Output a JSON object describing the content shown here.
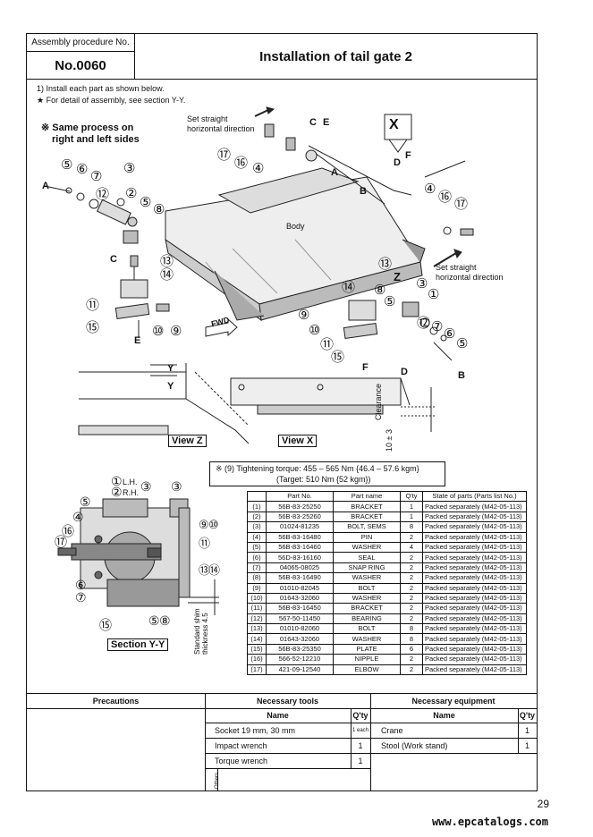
{
  "header": {
    "assembly_label": "Assembly procedure No.",
    "assembly_no": "No.0060",
    "title": "Installation of tail gate 2"
  },
  "instructions": {
    "line1": "1) Install each part as shown below.",
    "line2": "★ For detail of assembly, see section Y-Y."
  },
  "diagram": {
    "same_process_line1": "※ Same process on",
    "same_process_line2": "right and left sides",
    "set_straight_top_line1": "Set straight",
    "set_straight_top_line2": "horizontal direction",
    "set_straight_right_line1": "Set straight",
    "set_straight_right_line2": "horizontal direction",
    "body_label": "Body",
    "fwd_label": "FWD",
    "view_x_marker": "X",
    "view_z_label": "View Z",
    "view_x_label": "View X",
    "section_label": "Section Y-Y",
    "clearance_label": "Clearance",
    "clearance_value": "10 ± 3",
    "shim_label_line1": "Standard shim",
    "shim_label_line2": "thickness 4.5",
    "lh_label": "L.H.",
    "rh_label": "R.H.",
    "letters": {
      "A": "A",
      "B": "B",
      "C": "C",
      "D": "D",
      "E": "E",
      "F": "F",
      "Y": "Y",
      "Z": "Z"
    },
    "callouts": {
      "n1": "①",
      "n2": "②",
      "n3": "③",
      "n4": "④",
      "n5": "⑤",
      "n6": "⑥",
      "n7": "⑦",
      "n8": "⑧",
      "n9": "⑨",
      "n10": "⑩",
      "n11": "⑪",
      "n12": "⑫",
      "n13": "⑬",
      "n14": "⑭",
      "n15": "⑮",
      "n16": "⑯",
      "n17": "⑰"
    }
  },
  "torque": {
    "line1": "※ (9) Tightening torque: 455 – 565 Nm {46.4 – 57.6 kgm}",
    "line2": "(Target: 510 Nm {52 kgm})"
  },
  "parts_table": {
    "headers": [
      "",
      "Part No.",
      "Part name",
      "Q'ty",
      "State of parts (Parts list No.)"
    ],
    "rows": [
      [
        "(1)",
        "56B-83-25250",
        "BRACKET",
        "1",
        "Packed separately (M42-05-113)"
      ],
      [
        "(2)",
        "56B-83-25260",
        "BRACKET",
        "1",
        "Packed separately (M42-05-113)"
      ],
      [
        "(3)",
        "01024-81235",
        "BOLT, SEMS",
        "8",
        "Packed separately (M42-05-113)"
      ],
      [
        "(4)",
        "56B-83-16480",
        "PIN",
        "2",
        "Packed separately (M42-05-113)"
      ],
      [
        "(5)",
        "56B-83-16460",
        "WASHER",
        "4",
        "Packed separately (M42-05-113)"
      ],
      [
        "(6)",
        "56D-83-16160",
        "SEAL",
        "2",
        "Packed separately (M42-05-113)"
      ],
      [
        "(7)",
        "04065-08025",
        "SNAP RING",
        "2",
        "Packed separately (M42-05-113)"
      ],
      [
        "(8)",
        "56B-83-16490",
        "WASHER",
        "2",
        "Packed separately (M42-05-113)"
      ],
      [
        "(9)",
        "01010-82045",
        "BOLT",
        "2",
        "Packed separately (M42-05-113)"
      ],
      [
        "(10)",
        "01643-32060",
        "WASHER",
        "2",
        "Packed separately (M42-05-113)"
      ],
      [
        "(11)",
        "56B-83-16450",
        "BRACKET",
        "2",
        "Packed separately (M42-05-113)"
      ],
      [
        "(12)",
        "567-50-11450",
        "BEARING",
        "2",
        "Packed separately (M42-05-113)"
      ],
      [
        "(13)",
        "01010-82060",
        "BOLT",
        "8",
        "Packed separately (M42-05-113)"
      ],
      [
        "(14)",
        "01643-32060",
        "WASHER",
        "8",
        "Packed separately (M42-05-113)"
      ],
      [
        "(15)",
        "56B-83-25350",
        "PLATE",
        "6",
        "Packed separately (M42-05-113)"
      ],
      [
        "(16)",
        "566-52-12210",
        "NIPPLE",
        "2",
        "Packed separately (M42-05-113)"
      ],
      [
        "(17)",
        "421-09-12540",
        "ELBOW",
        "2",
        "Packed separately (M42-05-113)"
      ]
    ]
  },
  "bottom": {
    "precautions_label": "Precautions",
    "tools_label": "Necessary tools",
    "equipment_label": "Necessary equipment",
    "name_header": "Name",
    "qty_header": "Q'ty",
    "tools": [
      {
        "name": "Socket 19 mm, 30 mm",
        "qty": "1 each"
      },
      {
        "name": "Impact wrench",
        "qty": "1"
      },
      {
        "name": "Torque wrench",
        "qty": "1"
      }
    ],
    "equipment": [
      {
        "name": "Crane",
        "qty": "1"
      },
      {
        "name": "Stool (Work stand)",
        "qty": "1"
      }
    ],
    "others_label": "Others"
  },
  "footer": {
    "page_number": "29",
    "url": "www.epcatalogs.com"
  }
}
